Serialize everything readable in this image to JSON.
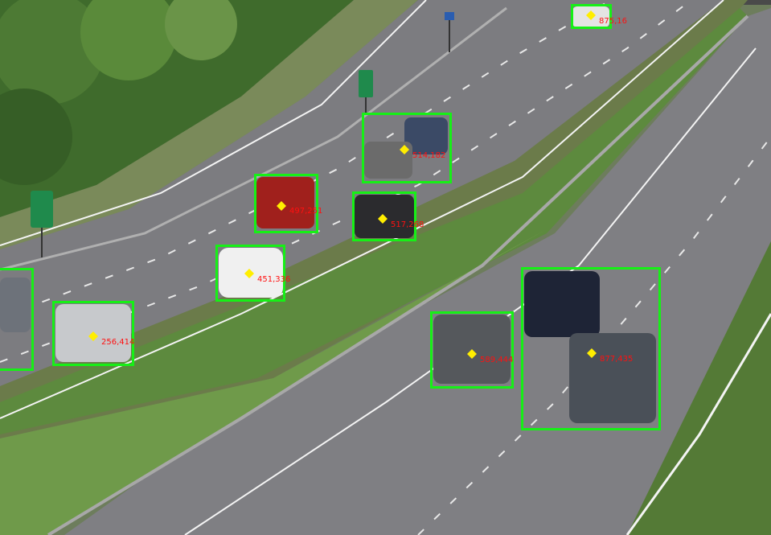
{
  "colors": {
    "box": "#16f016",
    "centroid": "#ffee00",
    "label": "#ff1010"
  },
  "detections": [
    {
      "label": "875,16"
    },
    {
      "label": "514,182"
    },
    {
      "label": "497,251"
    },
    {
      "label": "517,268"
    },
    {
      "label": "451,336"
    },
    {
      "label": "256,414"
    },
    {
      "label": "589,444"
    },
    {
      "label": "877,435"
    },
    {
      "label": ""
    }
  ]
}
